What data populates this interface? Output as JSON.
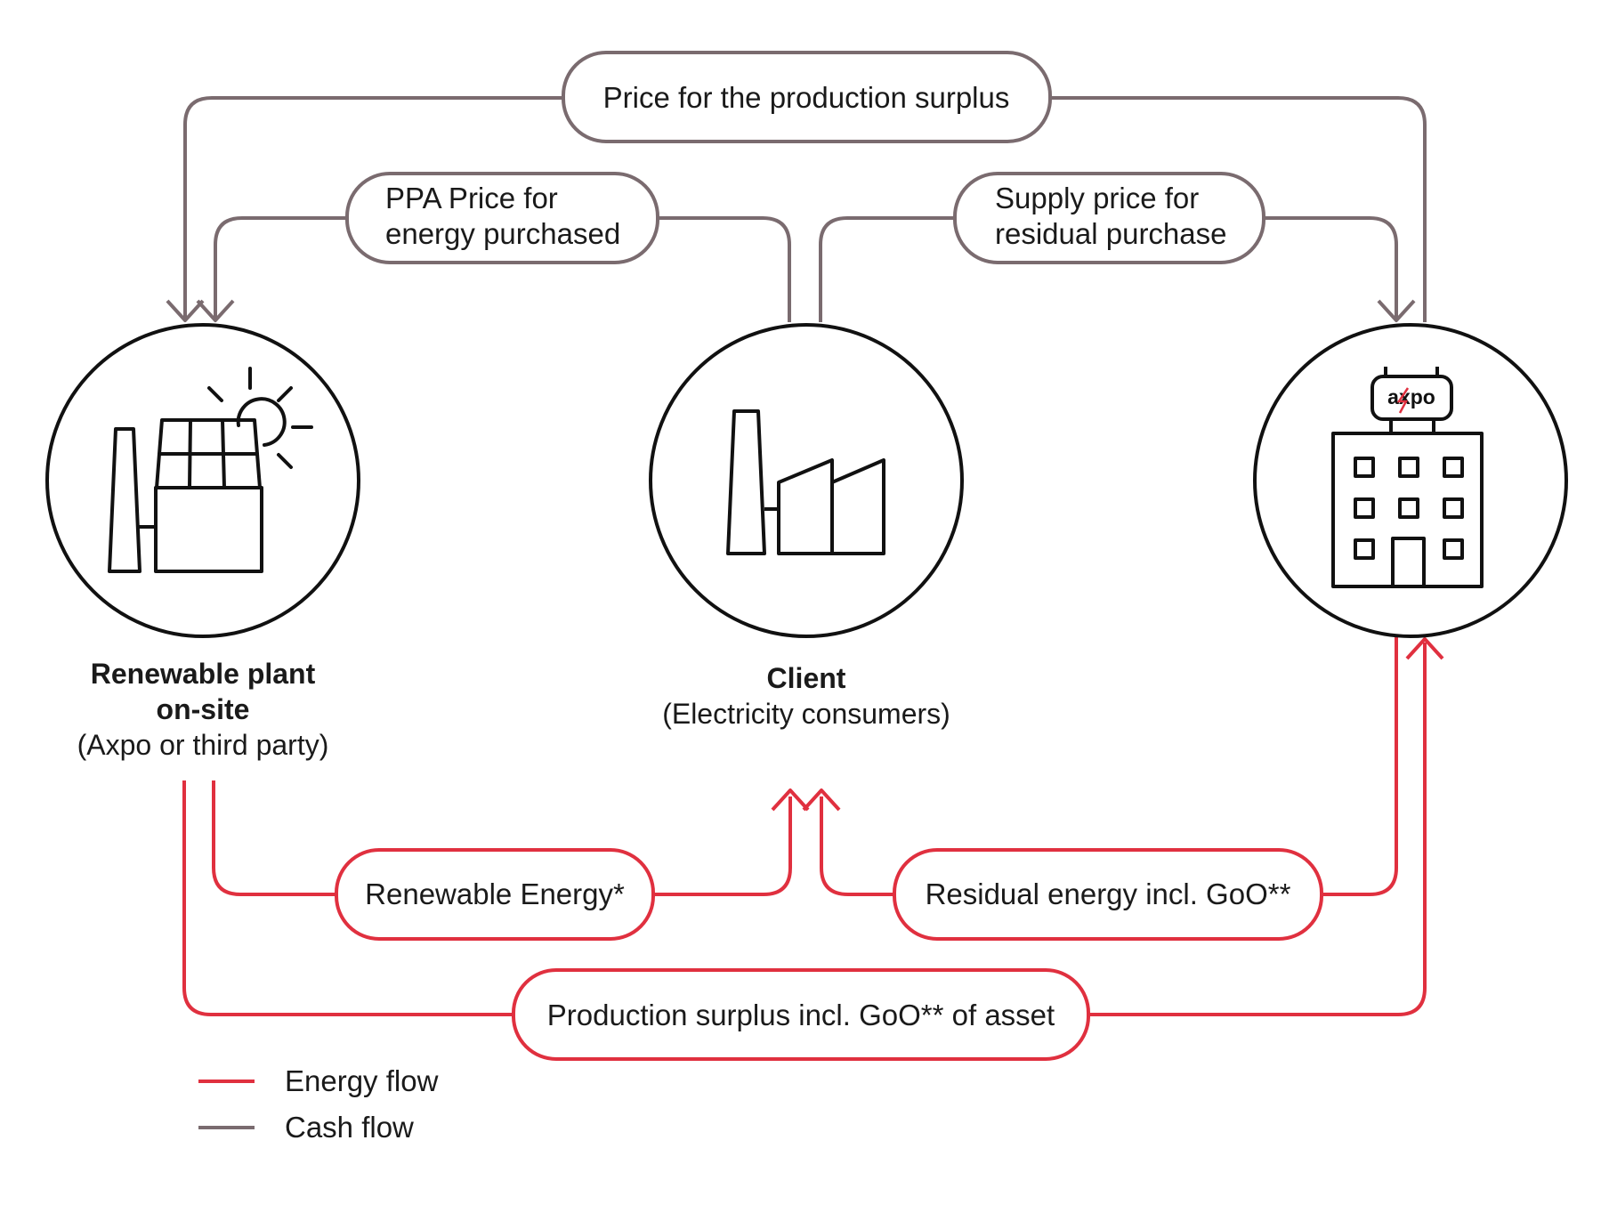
{
  "colors": {
    "energy": "#e0303f",
    "cash": "#7a6b6f",
    "ink": "#111111"
  },
  "nodes": {
    "plant": {
      "title_1": "Renewable plant",
      "title_2": "on-site",
      "sub": "(Axpo or third party)",
      "icon": "solar-factory-icon"
    },
    "client": {
      "title": "Client",
      "sub": "(Electricity consumers)",
      "icon": "factory-icon"
    },
    "axpo": {
      "logo": "axpo",
      "icon": "office-building-icon"
    }
  },
  "cash_flows": {
    "surplus_price": "Price for the production surplus",
    "ppa_price_1": "PPA Price for",
    "ppa_price_2": "energy purchased",
    "supply_price_1": "Supply price for",
    "supply_price_2": "residual purchase"
  },
  "energy_flows": {
    "renewable": "Renewable Energy*",
    "residual": "Residual energy incl. GoO**",
    "surplus": "Production surplus incl. GoO** of asset"
  },
  "legend": {
    "energy": "Energy flow",
    "cash": "Cash flow"
  }
}
